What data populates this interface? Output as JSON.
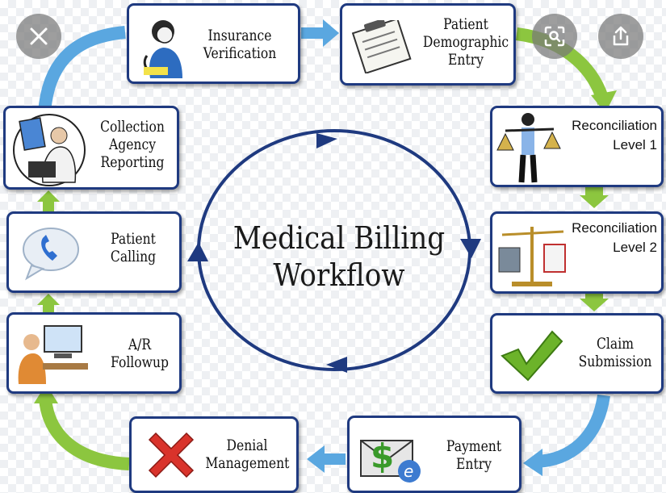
{
  "title": "Medical Billing\nWorkflow",
  "steps": {
    "insurance": "Insurance\nVerification",
    "demographic": "Patient\nDemographic\nEntry",
    "recon1": "Reconciliation\nLevel 1",
    "recon2": "Reconciliation\nLevel 2",
    "claim": "Claim\nSubmission",
    "payment": "Payment\nEntry",
    "denial": "Denial\nManagement",
    "ar": "A/R\nFollowup",
    "calling": "Patient\nCalling",
    "collection": "Collection\nAgency\nReporting"
  },
  "colors": {
    "border": "#1f3a80",
    "blue_arrow": "#5aa7e0",
    "green_arrow": "#8cc63f",
    "circle": "#1f3a80"
  },
  "overlay": {
    "close": "close-icon",
    "lens": "lens-icon",
    "share": "share-icon"
  }
}
